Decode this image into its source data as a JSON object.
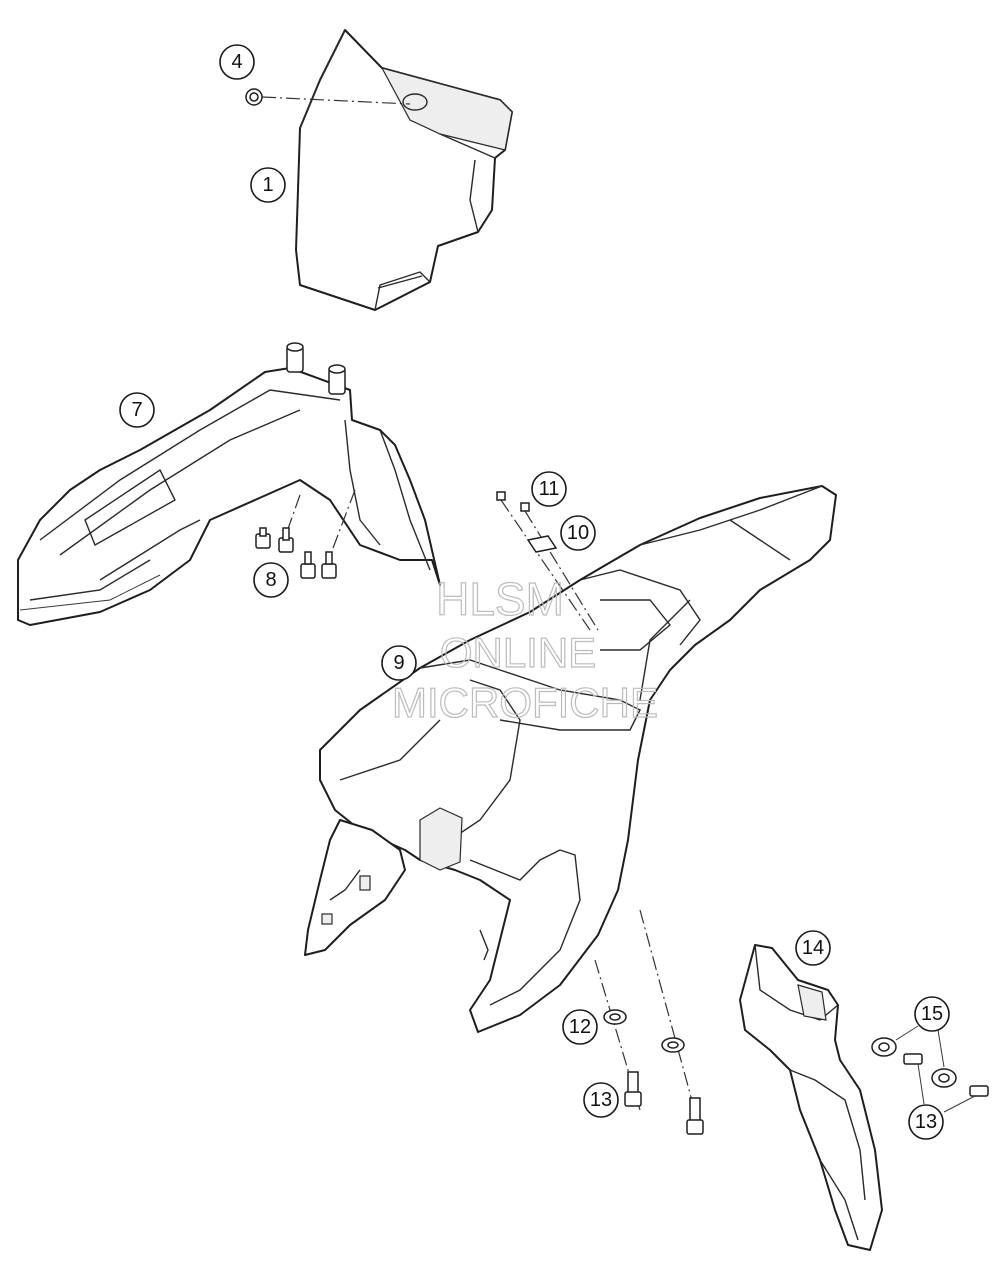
{
  "watermark": {
    "line1": "HLSM",
    "line2": "ONLINE",
    "line3": "MICROFICHE"
  },
  "callouts": [
    {
      "id": "c1",
      "label": "1"
    },
    {
      "id": "c4",
      "label": "4"
    },
    {
      "id": "c7",
      "label": "7"
    },
    {
      "id": "c8",
      "label": "8"
    },
    {
      "id": "c9",
      "label": "9"
    },
    {
      "id": "c10",
      "label": "10"
    },
    {
      "id": "c11",
      "label": "11"
    },
    {
      "id": "c12",
      "label": "12"
    },
    {
      "id": "c13a",
      "label": "13"
    },
    {
      "id": "c13b",
      "label": "13"
    },
    {
      "id": "c14",
      "label": "14"
    },
    {
      "id": "c15",
      "label": "15"
    }
  ]
}
